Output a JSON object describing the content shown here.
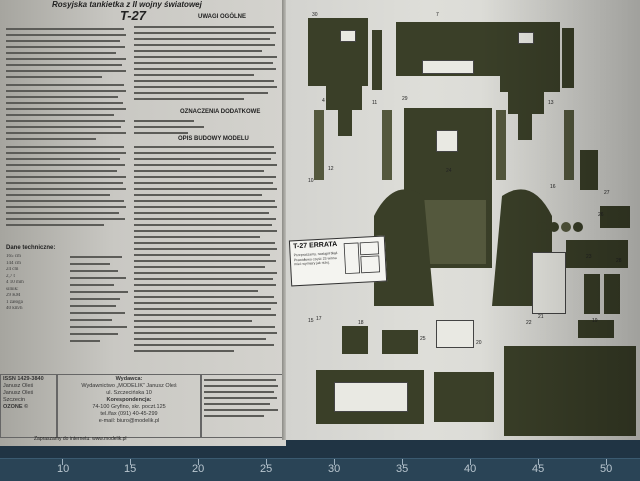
{
  "photo": {
    "subject": "",
    "header": {
      "subtitle": "Rosyjska tankietka z II wojny światowej",
      "title": "T-27"
    },
    "left_page": {
      "headings": {
        "general": "UWAGI OGÓLNE",
        "symbols": "OZNACZENIA DODATKOWE",
        "assembly": "OPIS BUDOWY MODELU",
        "specs": "Dane techniczne:"
      },
      "specs_values": [
        "165 cm",
        "144 cm",
        "24 cm",
        "2,7 t",
        "4 10 mm",
        "silnik:",
        "29 KM",
        "1 załoga",
        "40 km/h"
      ],
      "footer": {
        "isbn": "ISSN 1429-3840",
        "publisher_label": "Wydawca:",
        "publisher_name": "Wydawnictwo „MODELIK” Janusz Oleś",
        "publisher_addr": "ul. Szczecińska 10",
        "correspondence_label": "Korespondencja:",
        "correspondence_addr": "74-100 Gryfino, skr. poczt.125",
        "phone": "tel./fax (091) 40-45-299",
        "email": "e-mail: biuro@modelik.pl",
        "website": "Zapraszamy do internetu: www.modelik.pl",
        "side_left": [
          "Janusz Oleś",
          "Janusz Oleś",
          "Szczecin",
          "OZONE ©"
        ]
      }
    },
    "right_page": {
      "part_labels": [
        "4",
        "7",
        "10",
        "11",
        "12",
        "13",
        "15",
        "16",
        "17",
        "18",
        "19",
        "20",
        "21",
        "22",
        "23",
        "24",
        "25",
        "26",
        "27",
        "28",
        "29",
        "30"
      ],
      "errata": {
        "title": "T-27   ERRATA",
        "text": "Przepraszamy, nastąpił błąd. Prawidłowo część 23 winna mieć wymiary jak niżej."
      }
    },
    "ruler": {
      "numbers": [
        "10",
        "15",
        "20",
        "25",
        "30",
        "35",
        "40",
        "45",
        "50"
      ]
    }
  }
}
